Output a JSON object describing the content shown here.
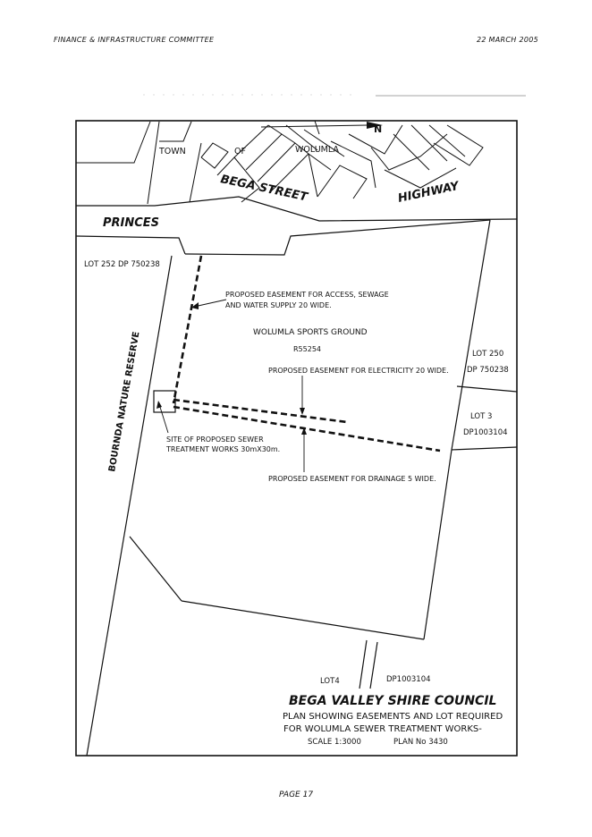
{
  "header": {
    "left": "FINANCE & INFRASTRUCTURE COMMITTEE",
    "right": "22 MARCH 2005"
  },
  "map": {
    "streets": {
      "town": "TOWN",
      "of": "OF",
      "wolumla": "WOLUMLA",
      "bega_street": "BEGA STREET",
      "highway": "HIGHWAY",
      "princes": "PRINCES"
    },
    "north_symbol": "N",
    "lots": {
      "lot252": "LOT 252  DP 750238",
      "lot250": "LOT 250",
      "lot250_dp": "DP 750238",
      "lot3": "LOT 3",
      "lot3_dp": "DP1003104",
      "lot4": "LOT4",
      "lot4_dp": "DP1003104"
    },
    "reserve": "BOURNDA NATURE RESERVE",
    "sports_ground": "WOLUMLA SPORTS GROUND",
    "sports_ground_ref": "R55254",
    "annotations": {
      "access_1": "PROPOSED EASEMENT FOR ACCESS, SEWAGE",
      "access_2": "AND WATER SUPPLY 20 WIDE.",
      "electricity": "PROPOSED EASEMENT FOR ELECTRICITY 20 WIDE.",
      "sewer_1": "SITE OF PROPOSED SEWER",
      "sewer_2": "TREATMENT WORKS 30mX30m.",
      "drainage": "PROPOSED EASEMENT FOR DRAINAGE 5 WIDE."
    },
    "title_block": {
      "council": "BEGA VALLEY SHIRE COUNCIL",
      "line1": "PLAN SHOWING EASEMENTS AND LOT REQUIRED",
      "line2": "FOR WOLUMLA SEWER TREATMENT WORKS-",
      "scale": "SCALE 1:3000",
      "plan_no": "PLAN No 3430"
    }
  },
  "footer": {
    "page": "PAGE 17"
  }
}
